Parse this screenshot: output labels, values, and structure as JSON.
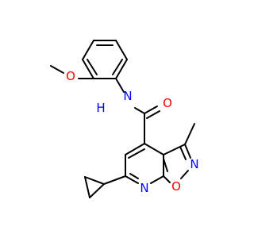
{
  "colors": {
    "bond": "#000000",
    "background": "#ffffff",
    "carbon": "#000000",
    "nitrogen": "#0000ff",
    "oxygen": "#ff0000"
  },
  "atom_labels": [
    {
      "id": "o-methoxy",
      "text": "O",
      "element": "oxygen"
    },
    {
      "id": "nh-amide",
      "text": "N\nH",
      "element": "nitrogen"
    },
    {
      "id": "o-carbonyl",
      "text": "O",
      "element": "oxygen"
    },
    {
      "id": "n-isoxazole",
      "text": "N",
      "element": "nitrogen"
    },
    {
      "id": "o-isoxazole",
      "text": "O",
      "element": "oxygen"
    },
    {
      "id": "n-pyridine",
      "text": "N",
      "element": "nitrogen"
    }
  ]
}
